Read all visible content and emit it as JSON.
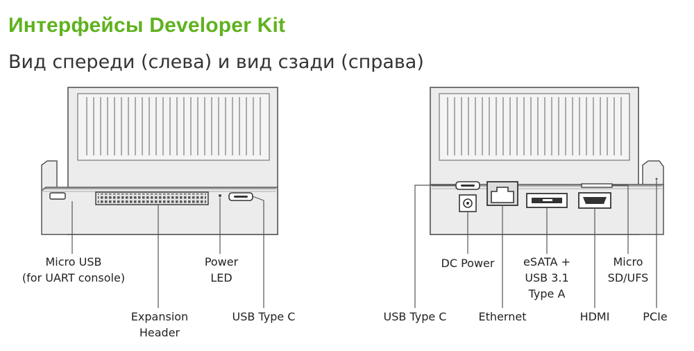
{
  "title": "Интерфейсы Developer Kit",
  "subtitle": "Вид спереди (слева) и вид сзади (справа)",
  "front_labels": {
    "micro_usb": "Micro USB\n(for UART console)",
    "power_led": "Power\nLED",
    "expansion_header": "Expansion\nHeader",
    "usb_type_c": "USB Type C"
  },
  "rear_labels": {
    "dc_power": "DC Power",
    "esata_usb": "eSATA +\nUSB 3.1\nType A",
    "micro_sd_ufs": "Micro\nSD/UFS",
    "usb_type_c": "USB Type C",
    "ethernet": "Ethernet",
    "hdmi": "HDMI",
    "pcie": "PCIe"
  },
  "colors": {
    "title": "#5fb21e",
    "line": "#555555",
    "device_fill": "#ececec",
    "heatsink_fill": "#f4f4f4"
  }
}
